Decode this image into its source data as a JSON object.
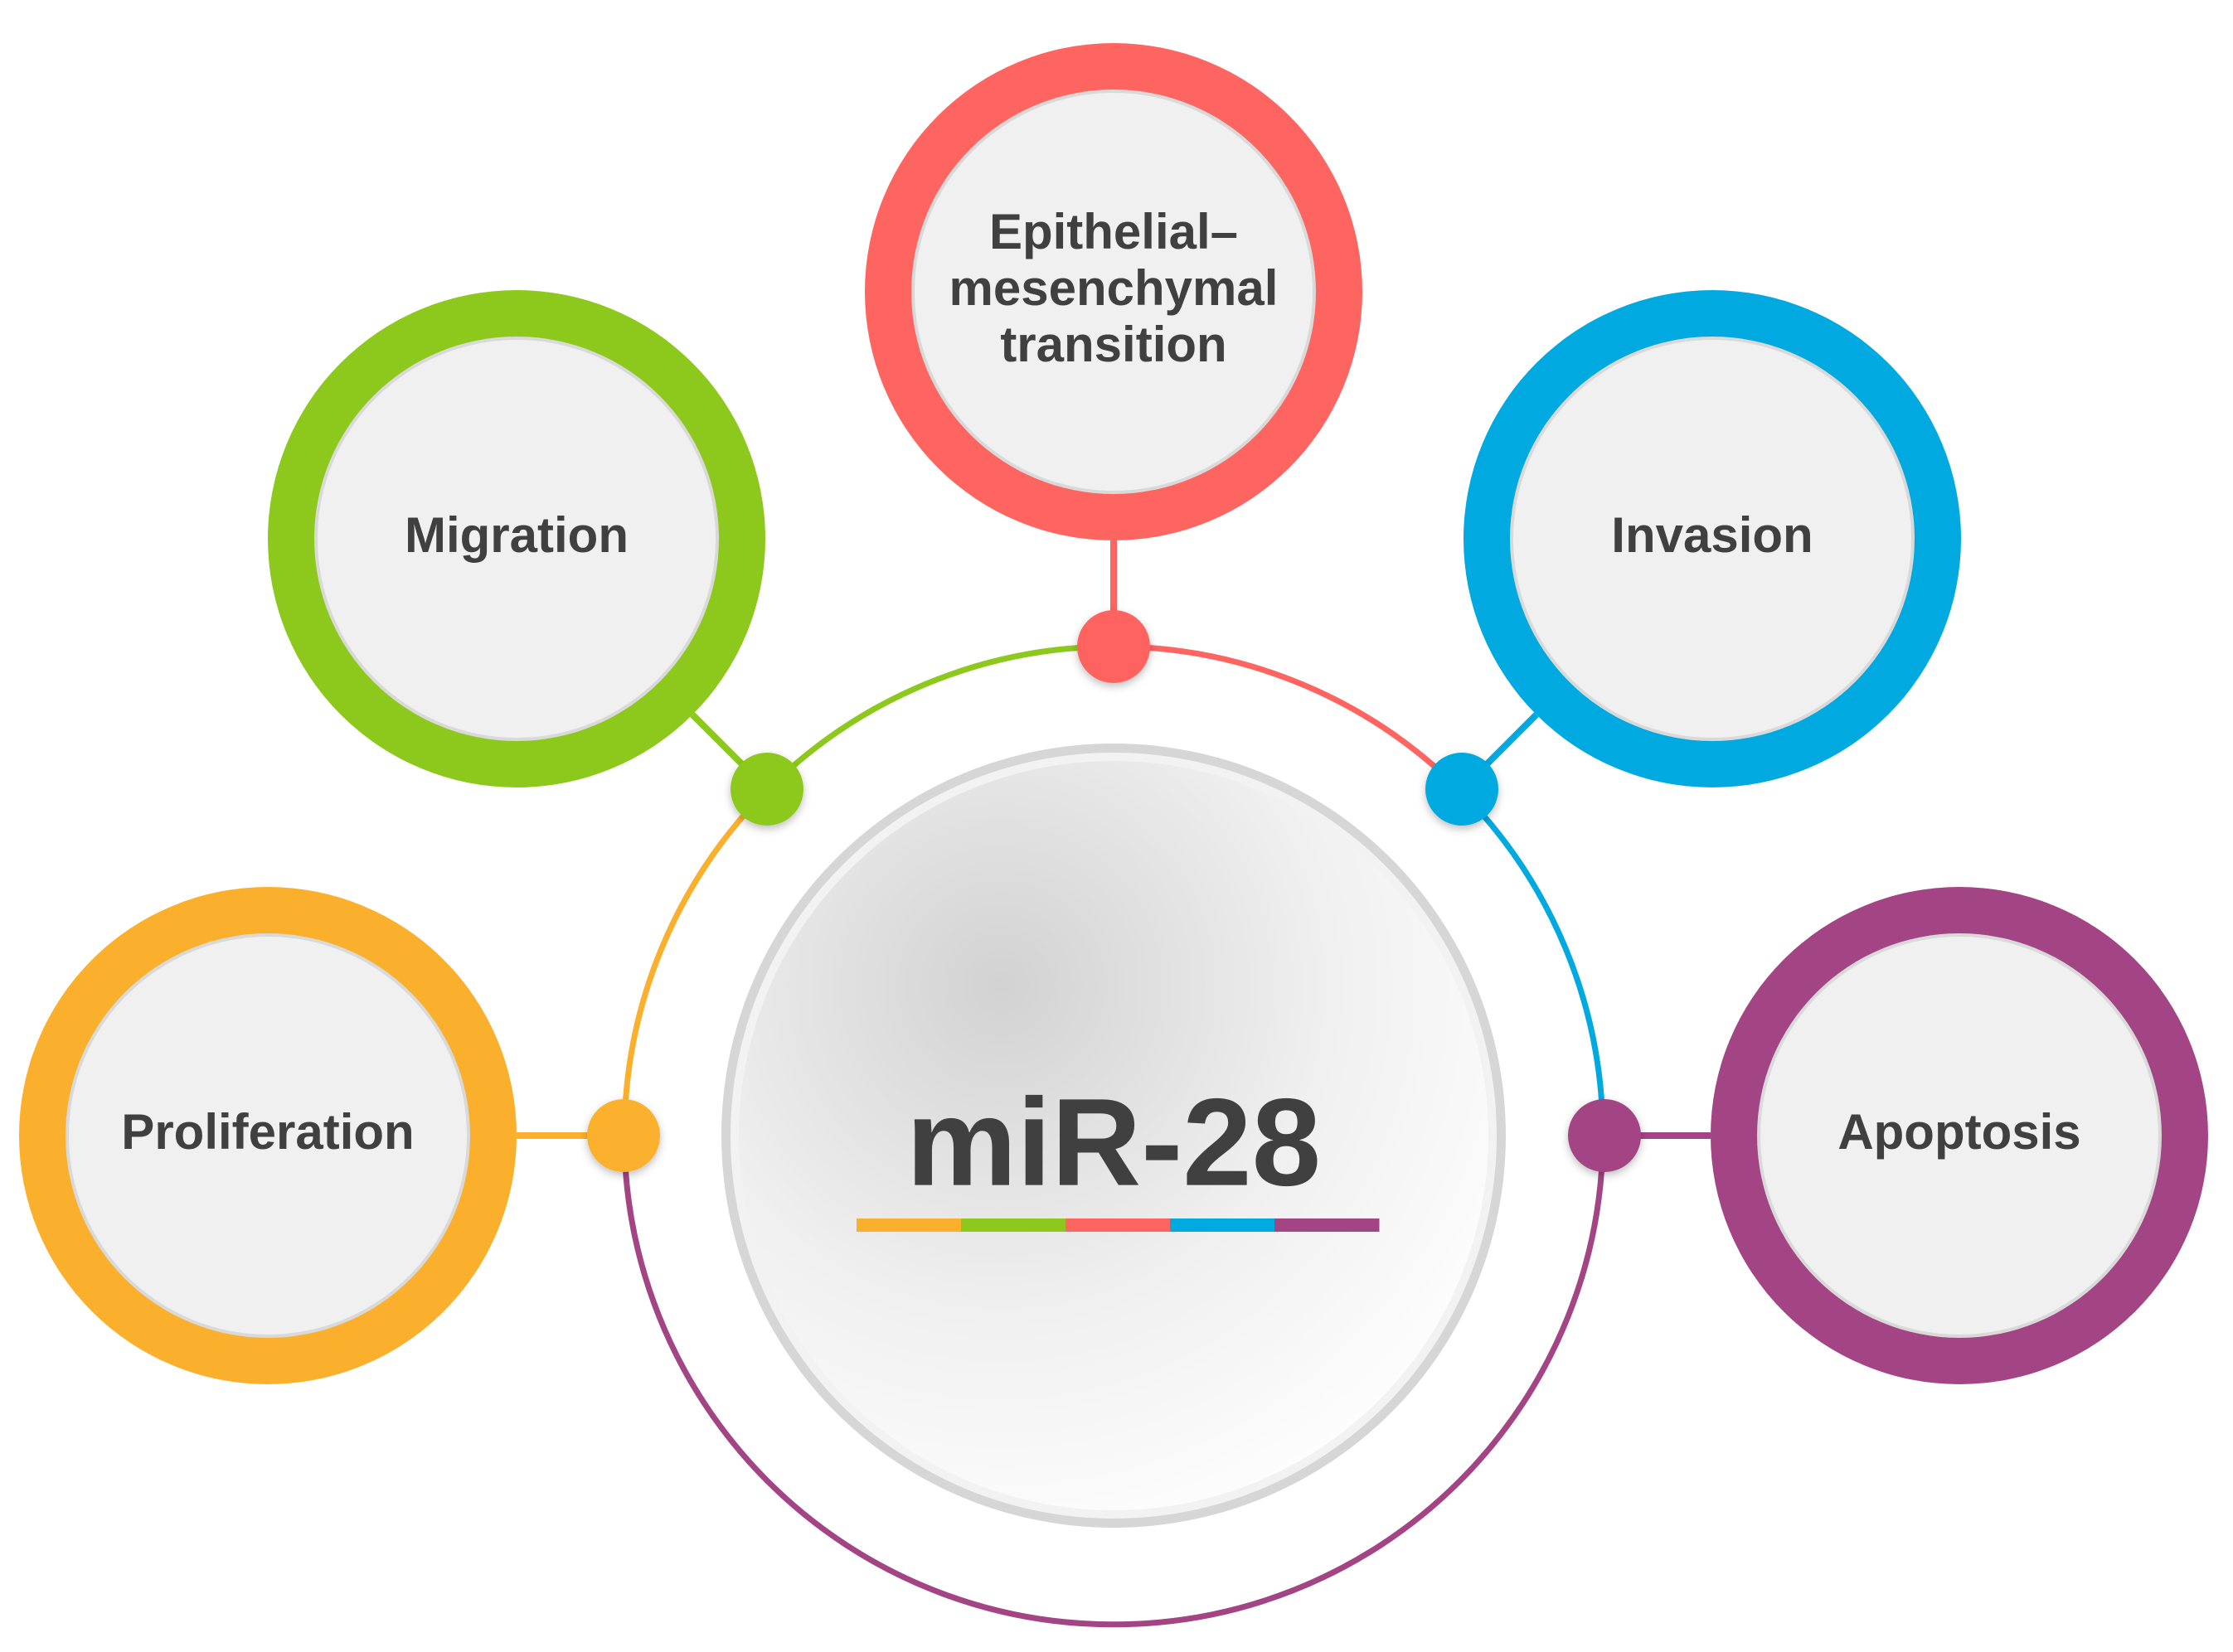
{
  "center": {
    "label": "miR-28"
  },
  "nodes": [
    {
      "id": "proliferation",
      "lines": [
        "Proliferation"
      ],
      "color": "#FBB02D"
    },
    {
      "id": "migration",
      "lines": [
        "Migration"
      ],
      "color": "#8DC91C"
    },
    {
      "id": "emt",
      "lines": [
        "Epithelial–",
        "mesenchymal",
        "transition"
      ],
      "color": "#FE6460"
    },
    {
      "id": "invasion",
      "lines": [
        "Invasion"
      ],
      "color": "#00A9E0"
    },
    {
      "id": "apoptosis",
      "lines": [
        "Apoptosis"
      ],
      "color": "#A34584"
    }
  ]
}
